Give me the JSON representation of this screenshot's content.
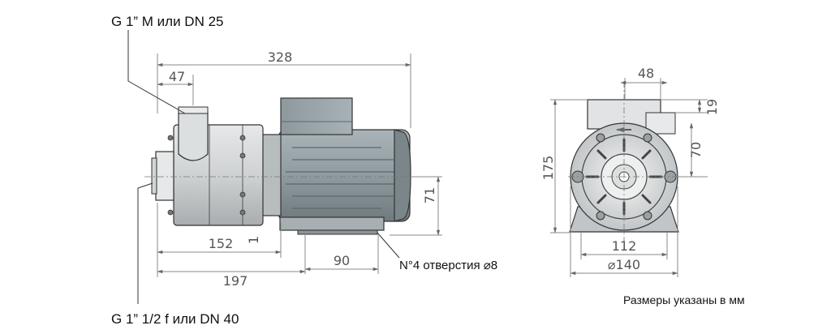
{
  "labels": {
    "top_connection": "G 1” M или DN 25",
    "bottom_connection": "G 1” 1/2 f или DN 40",
    "holes": "N°4 отверстия ⌀8",
    "units_note": "Размеры указаны в мм"
  },
  "dimensions": {
    "overall_length": "328",
    "outlet_offset": "47",
    "inlet_to_foot": "152",
    "foot_gap": "1",
    "foot_spacing": "90",
    "total_length": "197",
    "shaft_height": "71",
    "outlet_width": "48",
    "outlet_height": "19",
    "outlet_center": "70",
    "total_height": "175",
    "foot_width": "112",
    "diameter": "⌀140"
  },
  "colors": {
    "motor_body": "#8f9ba0",
    "motor_dark": "#6d787d",
    "pump_body": "#c9cbcc",
    "metal_light": "#e4e6e7",
    "line": "#333333"
  }
}
